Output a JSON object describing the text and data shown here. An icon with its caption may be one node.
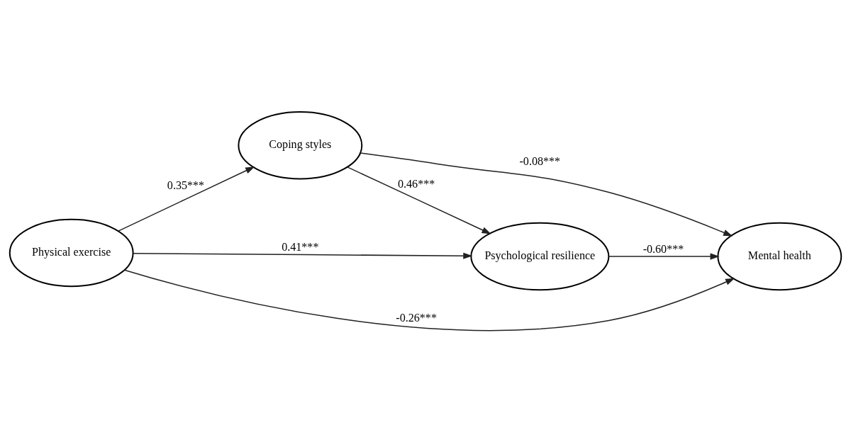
{
  "diagram": {
    "nodes": [
      {
        "text": [
          "Coping styles"
        ]
      },
      {
        "text": [
          "Psychological resilience"
        ]
      },
      {
        "text": [
          "Physical exercise"
        ]
      },
      {
        "text": [
          "Mental health"
        ]
      }
    ],
    "edges": [
      {
        "from": 0,
        "to": 1,
        "arrow": "to",
        "label": "0.46***"
      },
      {
        "from": 2,
        "to": 0,
        "arrow": "to",
        "label": "0.35***"
      },
      {
        "from": 2,
        "to": 1,
        "arrow": "to",
        "label": "0.41***"
      },
      {
        "from": 0,
        "to": 3,
        "arrow": "to",
        "label": "-0.08***"
      },
      {
        "from": 1,
        "to": 3,
        "arrow": "to",
        "label": "-0.60***"
      },
      {
        "from": 2,
        "to": 3,
        "arrow": "to",
        "label": "-0.26***"
      }
    ]
  }
}
